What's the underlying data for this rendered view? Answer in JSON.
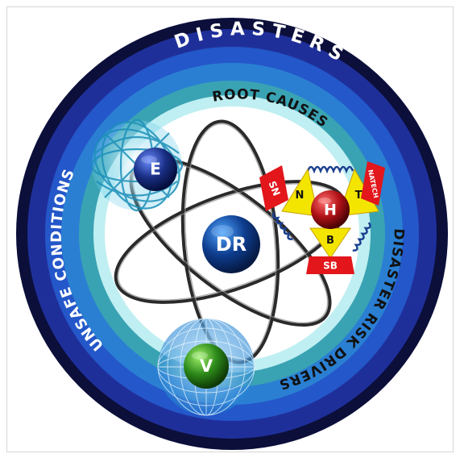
{
  "rings": {
    "outer_label": "DISASTERS",
    "middle_label": "ROOT CAUSES",
    "left_label": "UNSAFE CONDITIONS",
    "right_label": "DISASTER RISK DRIVERS"
  },
  "nodes": {
    "center": "DR",
    "exposure": "E",
    "vulnerability": "V",
    "hazard": "H"
  },
  "hazard_components": {
    "sn": "SN",
    "sb": "SB",
    "natech": "NATECH",
    "n": "N",
    "t": "T",
    "b": "B"
  },
  "colors": {
    "outer_ring": "#0b0f3a",
    "ring_navy": "#1f2f9a",
    "ring_blue": "#2457c9",
    "ring_sky": "#2a7fd3",
    "ring_teal": "#3aa3b3",
    "ring_cyan": "#bfeff2",
    "hazard_red": "#e2161b",
    "hazard_yellow": "#f4e500",
    "node_dark_blue": "#0d2a7a",
    "node_green": "#3f9e22",
    "node_hazard": "#b11217"
  }
}
